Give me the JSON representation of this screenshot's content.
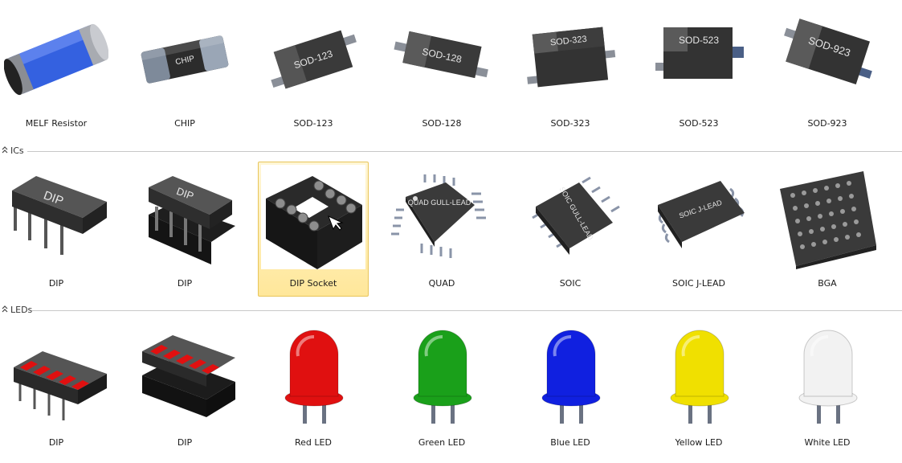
{
  "groups": [
    {
      "title": "",
      "items": [
        {
          "label": "MELF Resistor",
          "icon": "melf-resistor-icon"
        },
        {
          "label": "CHIP",
          "icon": "chip-icon",
          "marking": "CHIP"
        },
        {
          "label": "SOD-123",
          "icon": "sod-123-icon",
          "marking": "SOD-123"
        },
        {
          "label": "SOD-128",
          "icon": "sod-128-icon",
          "marking": "SOD-128"
        },
        {
          "label": "SOD-323",
          "icon": "sod-323-icon",
          "marking": "SOD-323"
        },
        {
          "label": "SOD-523",
          "icon": "sod-523-icon",
          "marking": "SOD-523"
        },
        {
          "label": "SOD-923",
          "icon": "sod-923-icon",
          "marking": "SOD-923"
        }
      ]
    },
    {
      "title": "ICs",
      "items": [
        {
          "label": "DIP",
          "icon": "dip-icon",
          "marking": "DIP"
        },
        {
          "label": "DIP",
          "icon": "dip-socketed-icon",
          "marking": "DIP"
        },
        {
          "label": "DIP Socket",
          "icon": "dip-socket-icon",
          "selected": true
        },
        {
          "label": "QUAD",
          "icon": "quad-icon",
          "marking": "QUAD GULL-LEAD"
        },
        {
          "label": "SOIC",
          "icon": "soic-icon",
          "marking": "SOIC GULL-LEAD"
        },
        {
          "label": "SOIC J-LEAD",
          "icon": "soic-j-lead-icon",
          "marking": "SOIC J-LEAD"
        },
        {
          "label": "BGA",
          "icon": "bga-icon"
        }
      ]
    },
    {
      "title": "LEDs",
      "items": [
        {
          "label": "DIP",
          "icon": "led-bar-dip-icon"
        },
        {
          "label": "DIP",
          "icon": "led-bar-dip-socketed-icon"
        },
        {
          "label": "Red LED",
          "icon": "red-led-icon",
          "color": "#e01010"
        },
        {
          "label": "Green LED",
          "icon": "green-led-icon",
          "color": "#1aa01a"
        },
        {
          "label": "Blue LED",
          "icon": "blue-led-icon",
          "color": "#1020e0"
        },
        {
          "label": "Yellow LED",
          "icon": "yellow-led-icon",
          "color": "#f0e000"
        },
        {
          "label": "White LED",
          "icon": "white-led-icon",
          "color": "#f2f2f2"
        }
      ]
    }
  ],
  "colors": {
    "selection_fill": "#ffe79a",
    "selection_border": "#e8c55a",
    "package_body": "#3a3a3a"
  }
}
